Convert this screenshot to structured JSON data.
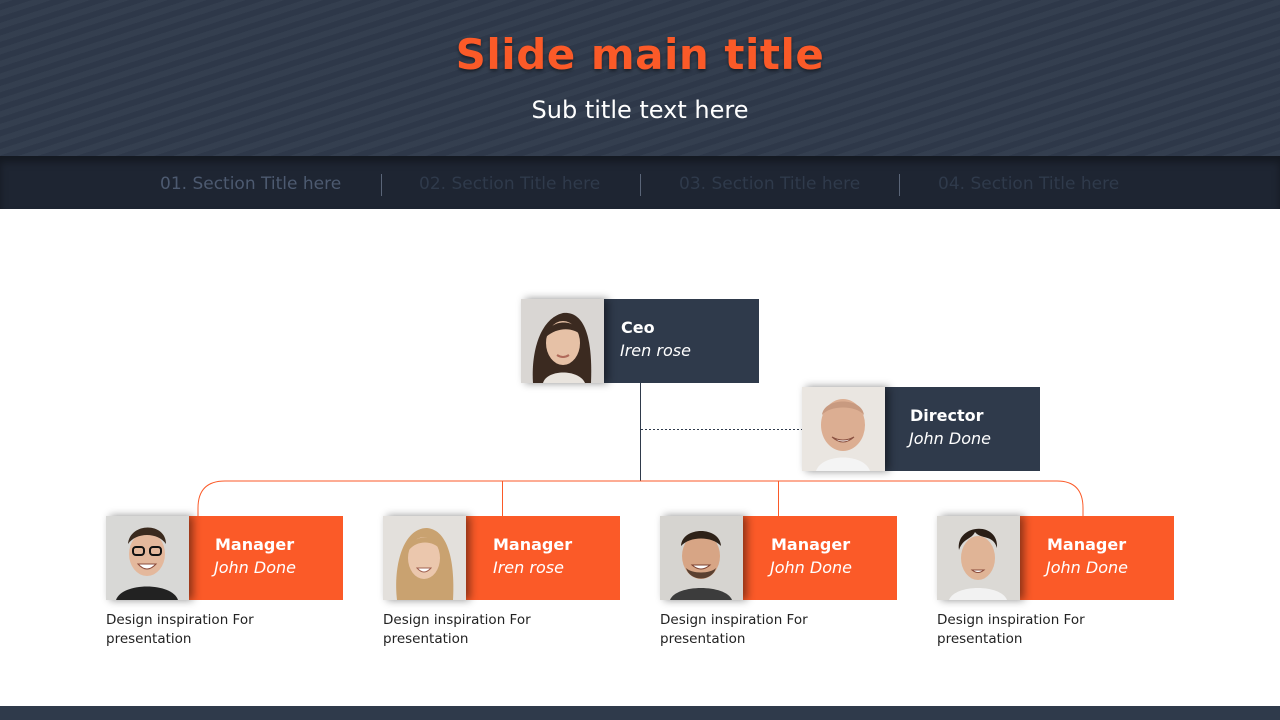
{
  "header": {
    "title": "Slide main title",
    "subtitle": "Sub title text here"
  },
  "nav": {
    "sections": [
      {
        "label": "01. Section Title here",
        "active": true
      },
      {
        "label": "02. Section Title here",
        "active": false
      },
      {
        "label": "03. Section Title here",
        "active": false
      },
      {
        "label": "04. Section Title here",
        "active": false
      }
    ]
  },
  "org": {
    "ceo": {
      "role": "Ceo",
      "name": "Iren rose"
    },
    "director": {
      "role": "Director",
      "name": "John Done"
    },
    "managers": [
      {
        "role": "Manager",
        "name": "John Done",
        "caption": "Design inspiration For presentation"
      },
      {
        "role": "Manager",
        "name": "Iren rose",
        "caption": "Design inspiration For presentation"
      },
      {
        "role": "Manager",
        "name": "John Done",
        "caption": "Design inspiration For presentation"
      },
      {
        "role": "Manager",
        "name": "John Done",
        "caption": "Design inspiration For presentation"
      }
    ]
  },
  "colors": {
    "accent": "#fb5a28",
    "dark": "#2f3a4b",
    "navbar": "#1e2532"
  }
}
